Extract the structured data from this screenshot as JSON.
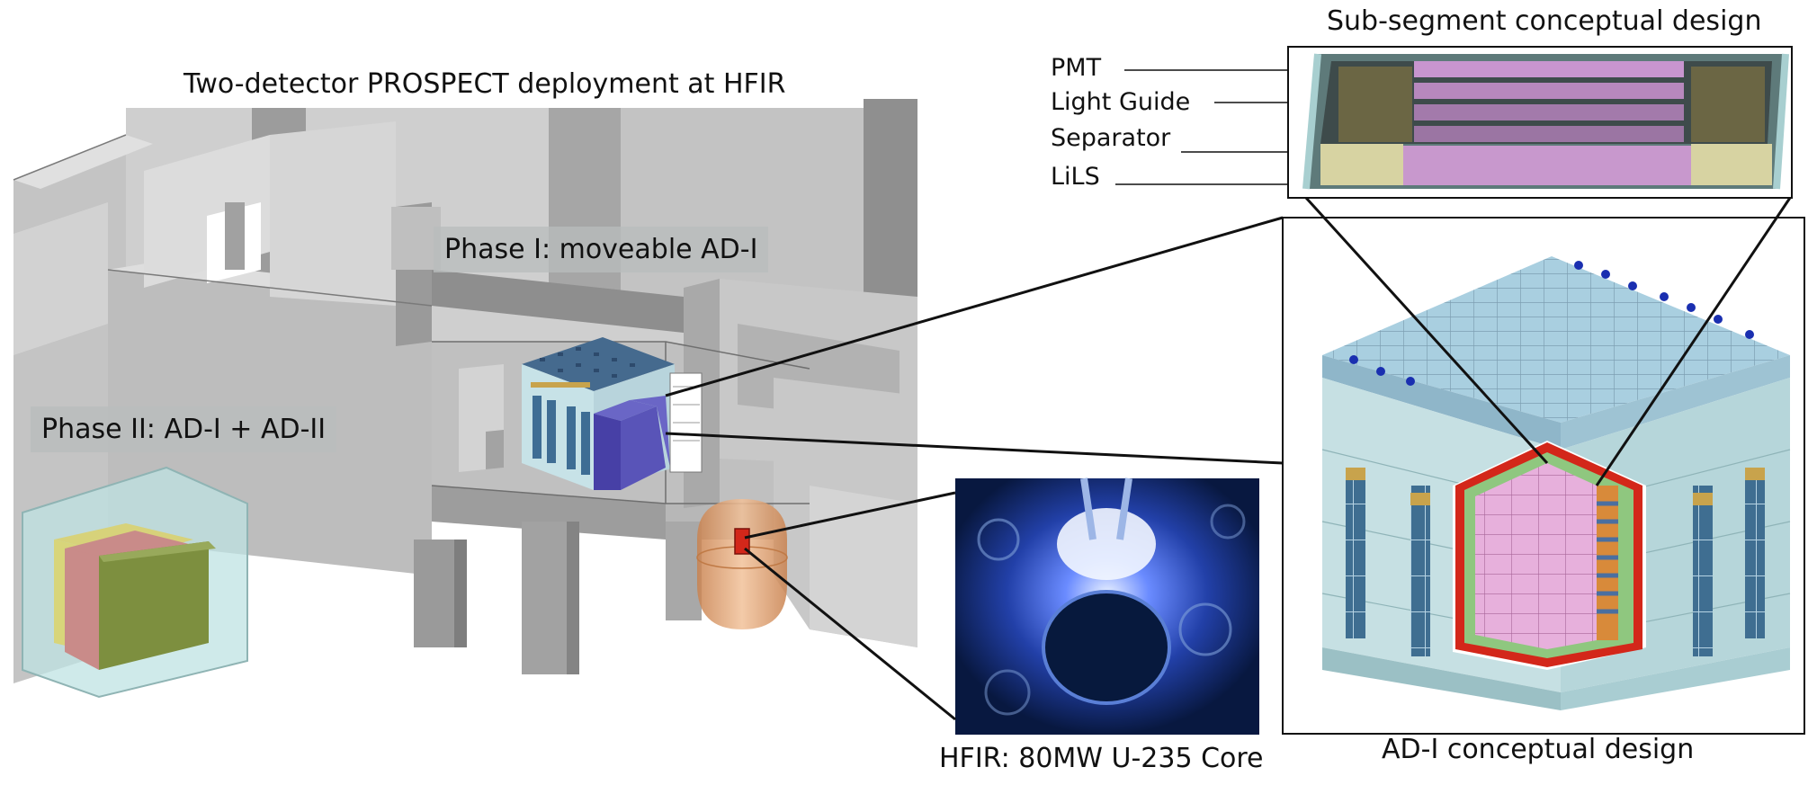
{
  "titles": {
    "deployment": "Two-detector PROSPECT deployment at HFIR",
    "subsegment": "Sub-segment conceptual design",
    "ad1": "AD-I conceptual design",
    "core": "HFIR: 80MW U-235 Core"
  },
  "phases": {
    "phase1": "Phase I: moveable AD-I",
    "phase2": "Phase II: AD-I + AD-II"
  },
  "subsegment_parts": [
    "PMT",
    "Light Guide",
    "Separator",
    "LiLS"
  ],
  "colors": {
    "building": "#b5b5b5",
    "detector_shield": "#a9d2de",
    "detector_frame": "#c86e9e",
    "lils": "#d6a6d6",
    "reactor_glow": "#3d6dff",
    "core_vessel": "#e3a26a",
    "core_marker": "#d3271a",
    "ad2_inner": "#7d8f3f",
    "ad2_side": "#c98b89"
  }
}
